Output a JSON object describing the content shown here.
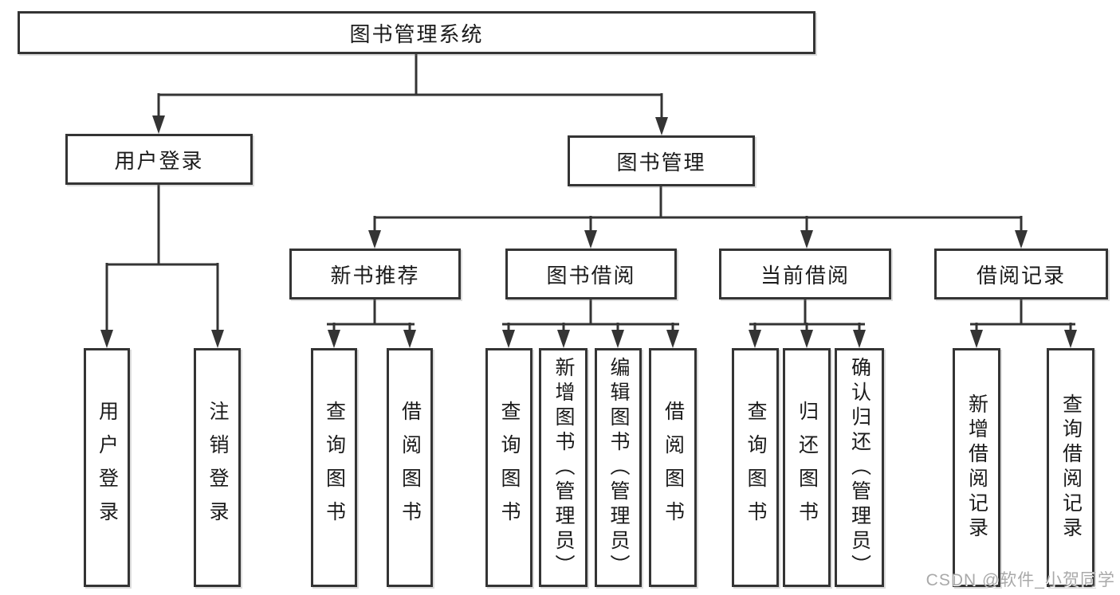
{
  "diagram": {
    "title_node": {
      "label": "图书管理系统"
    },
    "level2": {
      "user_login": {
        "label": "用户登录",
        "children": [
          {
            "label": "用户登录"
          },
          {
            "label": "注销登录"
          }
        ]
      },
      "book_management": {
        "label": "图书管理"
      }
    },
    "level3": {
      "new_book_recommend": {
        "label": "新书推荐",
        "children": [
          {
            "label": "查询图书"
          },
          {
            "label": "借阅图书"
          }
        ]
      },
      "book_borrowing": {
        "label": "图书借阅",
        "children": [
          {
            "label": "查询图书"
          },
          {
            "label": "新增图书（管理员）"
          },
          {
            "label": "编辑图书（管理员）"
          },
          {
            "label": "借阅图书"
          }
        ]
      },
      "current_borrowing": {
        "label": "当前借阅",
        "children": [
          {
            "label": "查询图书"
          },
          {
            "label": "归还图书"
          },
          {
            "label": "确认归还（管理员）"
          }
        ]
      },
      "borrow_records": {
        "label": "借阅记录",
        "children": [
          {
            "label": "新增借阅记录"
          },
          {
            "label": "查询借阅记录"
          }
        ]
      }
    }
  },
  "watermark": {
    "text": "CSDN @软件_小贺同学"
  },
  "colors": {
    "line": "#343434",
    "box_border": "#343434",
    "text": "#1b1b1b",
    "watermark": "#a9a9a9",
    "background": "#ffffff"
  }
}
